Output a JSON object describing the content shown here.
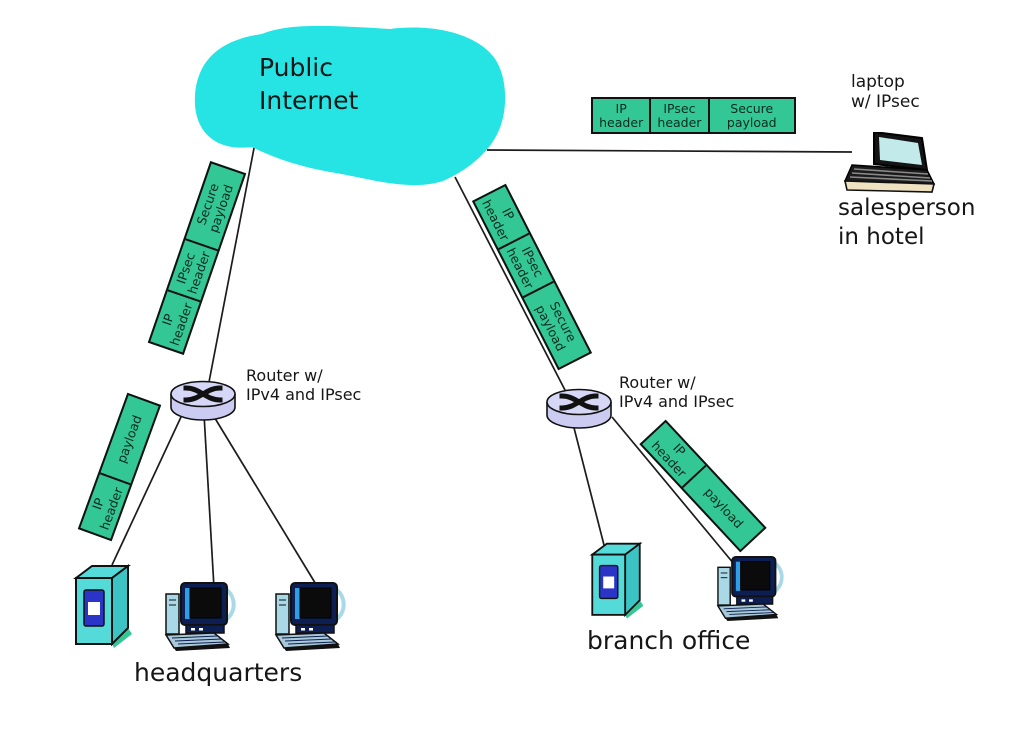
{
  "colors": {
    "cloud": "#26e4e4",
    "packet_green": "#33c795",
    "router_body": "#ccccf2",
    "router_top": "#d6d6f7",
    "line": "#1c1c1c"
  },
  "labels": {
    "cloud": "Public\nInternet",
    "laptop": "laptop\nw/ IPsec",
    "salesperson": "salesperson\nin hotel",
    "router_left": "Router w/\nIPv4 and IPsec",
    "router_right": "Router w/\nIPv4 and IPsec",
    "headquarters": "headquarters",
    "branch_office": "branch office"
  },
  "packets": {
    "wan_laptop": {
      "cells": [
        "IP\nheader",
        "IPsec\nheader",
        "Secure\npayload"
      ]
    },
    "wan_left": {
      "cells": [
        "IP\nheader",
        "IPsec\nheader",
        "Secure\npayload"
      ]
    },
    "wan_right": {
      "cells": [
        "IP\nheader",
        "IPsec\nheader",
        "Secure\npayload"
      ]
    },
    "lan_left": {
      "cells": [
        "IP\nheader",
        "payload"
      ]
    },
    "lan_right": {
      "cells": [
        "IP\nheader",
        "payload"
      ]
    }
  }
}
